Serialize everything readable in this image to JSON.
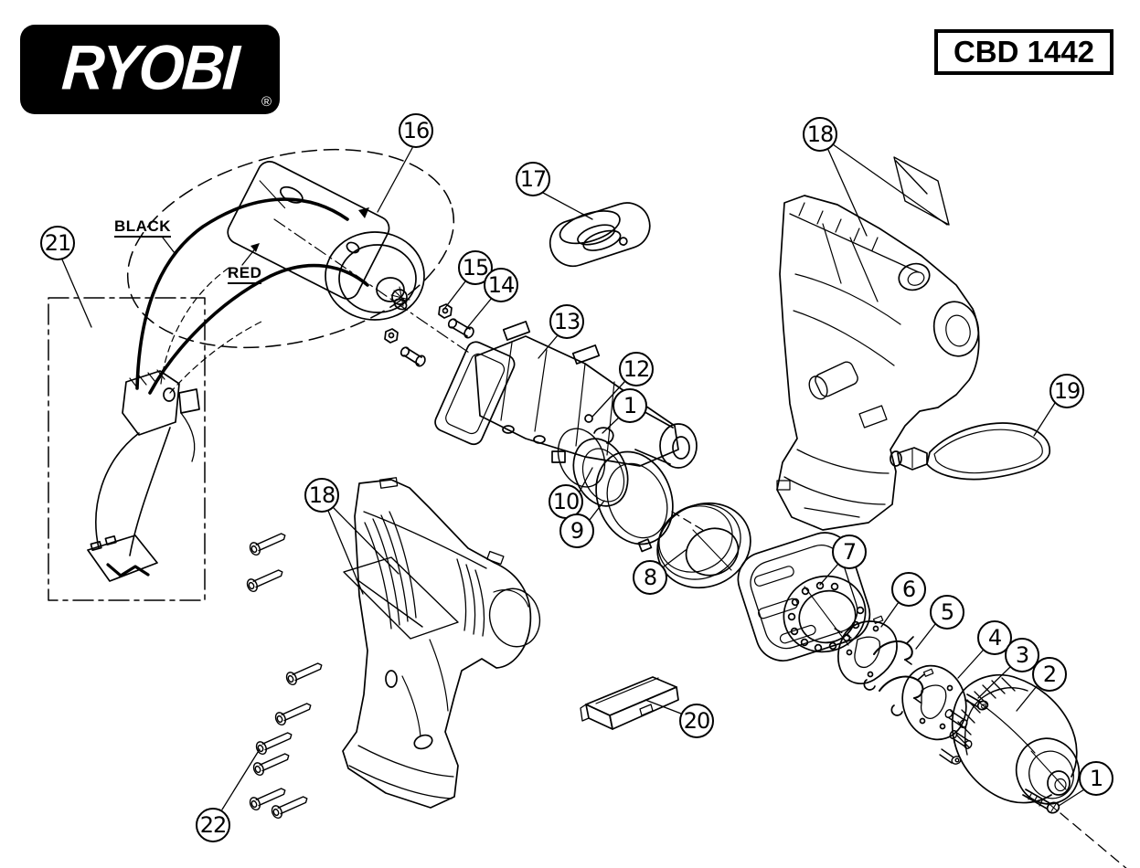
{
  "brand": {
    "logo_text": "RYOBI",
    "registered_mark": "®"
  },
  "model_label": "CBD 1442",
  "wire_labels": {
    "black": "BLACK",
    "red": "RED"
  },
  "callouts": {
    "c16": "16",
    "c17": "17",
    "c18_right": "18",
    "c21": "21",
    "c15": "15",
    "c14": "14",
    "c13": "13",
    "c12": "12",
    "c1_mid": "1",
    "c10": "10",
    "c9": "9",
    "c8": "8",
    "c7": "7",
    "c6": "6",
    "c5": "5",
    "c4": "4",
    "c3": "3",
    "c2": "2",
    "c1_right": "1",
    "c19": "19",
    "c18_left": "18",
    "c20": "20",
    "c22": "22"
  }
}
